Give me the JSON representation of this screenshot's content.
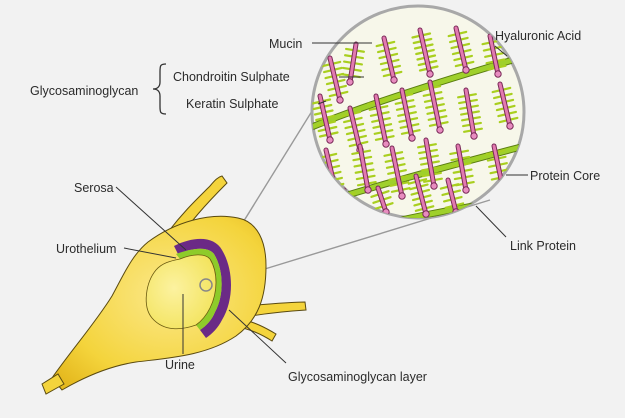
{
  "labels": {
    "mucin": "Mucin",
    "hyaluronic_acid": "Hyaluronic Acid",
    "glycosaminoglycan": "Glycosaminoglycan",
    "chondroitin_sulphate": "Chondroitin Sulphate",
    "keratin_sulphate": "Keratin Sulphate",
    "protein_core": "Protein Core",
    "link_protein": "Link Protein",
    "serosa": "Serosa",
    "urothelium": "Urothelium",
    "urine": "Urine",
    "gag_layer": "Glycosaminoglycan layer"
  },
  "colors": {
    "background": "#f2f2f2",
    "bladder_outer": "#f5d33c",
    "bladder_inner": "#fbe57a",
    "urine_lumen": "#f7e764",
    "detrusor_purple": "#6b2a86",
    "urothelium_green": "#8ecb2a",
    "zoom_circle_fill": "#f7f7ea",
    "hyaluronic_strand": "#9fd02b",
    "protein_core": "#e27ab0",
    "link_protein": "#e88cc0",
    "gag_bristle": "#a9cf1f"
  },
  "icons": {
    "brace": "curly-brace-icon"
  }
}
